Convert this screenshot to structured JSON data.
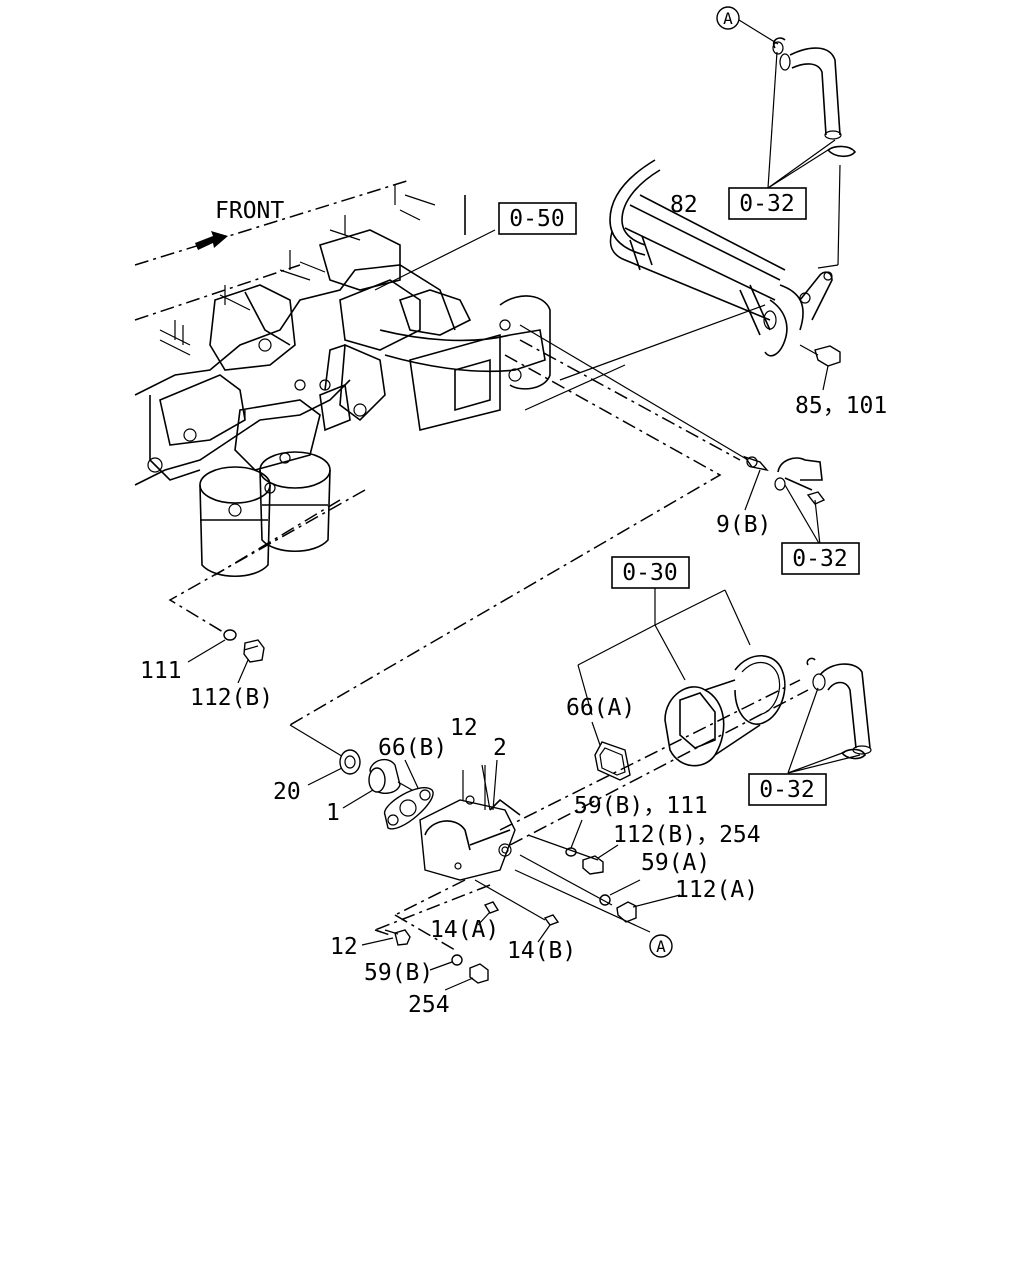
{
  "labels": {
    "front": "FRONT",
    "p82": "82",
    "p85_101": "85，101",
    "p9b": "9(B)",
    "p111": "111",
    "p112b": "112(B)",
    "p66a": "66(A)",
    "p66b": "66(B)",
    "p12_top": "12",
    "p2": "2",
    "p20": "20",
    "p1": "1",
    "p59b_111": "59(B)，111",
    "p112b_254": "112(B)，254",
    "p59a": "59(A)",
    "p112a": "112(A)",
    "p14a": "14(A)",
    "p14b": "14(B)",
    "p12_bottom": "12",
    "p59b": "59(B)",
    "p254": "254"
  },
  "refs": {
    "r050": "0-50",
    "r032_top": "0-32",
    "r032_mid": "0-32",
    "r030": "0-30",
    "r032_bottom": "0-32"
  },
  "callouts": {
    "a_top": "A",
    "a_bottom": "A"
  }
}
